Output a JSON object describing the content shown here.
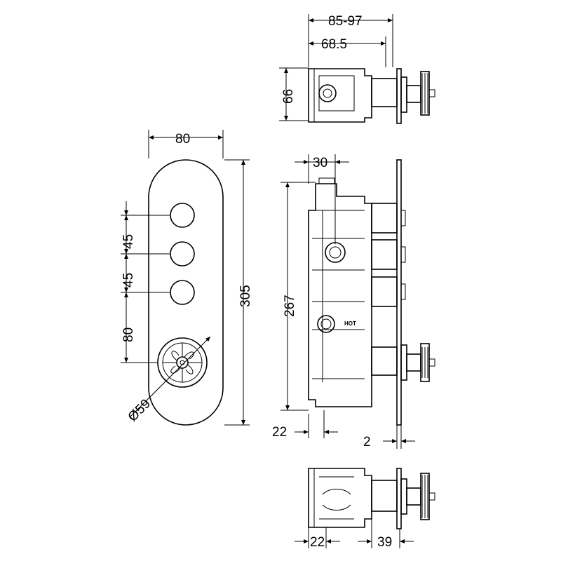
{
  "dimensions": {
    "top_view": {
      "overall_depth": "85-97",
      "body_depth": "68.5",
      "height": "66"
    },
    "front_view": {
      "width": "80",
      "height": "305",
      "spacing_1": "45",
      "spacing_2": "45",
      "spacing_3": "80",
      "handle_diameter": "Ø59"
    },
    "side_view": {
      "offset_top": "30",
      "body_height": "267",
      "offset_bottom": "22",
      "plate_thickness": "2",
      "hot_label": "HOT"
    },
    "bottom_view": {
      "body_offset": "22",
      "projection": "39"
    }
  }
}
